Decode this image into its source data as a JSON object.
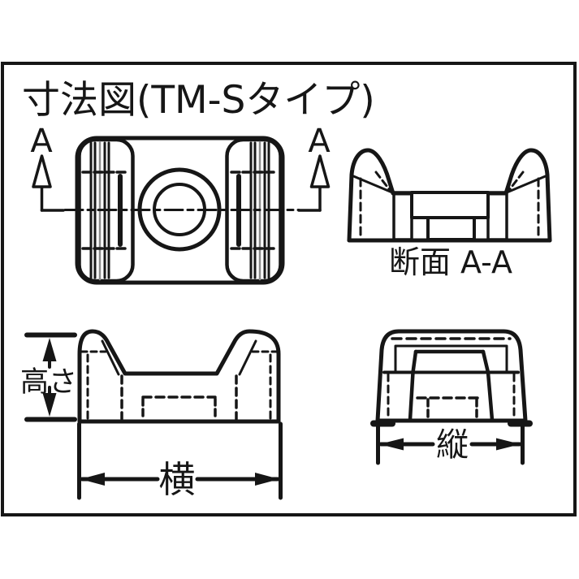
{
  "title": "寸法図(TM-Sタイプ)",
  "plan_view": {
    "section_marker_left": "A",
    "section_marker_right": "A"
  },
  "section_view": {
    "caption": "断面 A-A"
  },
  "front_view": {
    "height_label": "高さ",
    "width_label": "横"
  },
  "side_view": {
    "depth_label": "縦"
  },
  "colors": {
    "line": "#161616",
    "background": "#ffffff",
    "frame_border": "#161616",
    "gray_line": "#8c8c8c"
  }
}
